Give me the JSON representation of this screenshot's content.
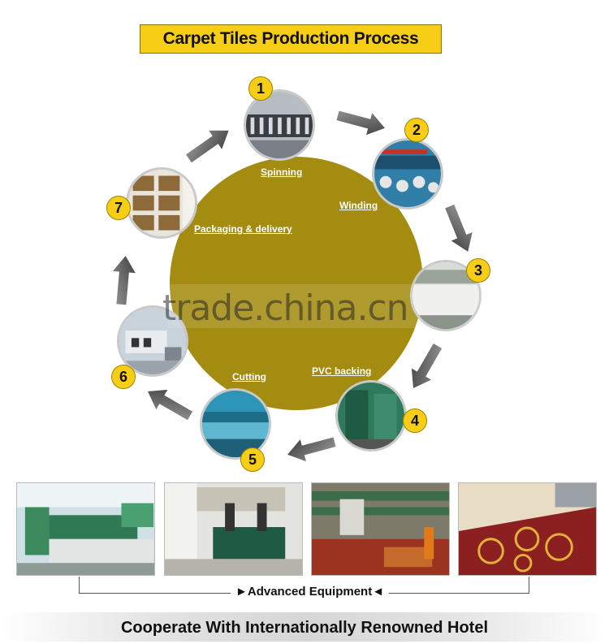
{
  "title": "Carpet Tiles Production Process",
  "steps": [
    {
      "number": "1",
      "label": "Spinning"
    },
    {
      "number": "2",
      "label": "Winding"
    },
    {
      "number": "3",
      "label": ""
    },
    {
      "number": "4",
      "label": "PVC backing"
    },
    {
      "number": "5",
      "label": "Cutting"
    },
    {
      "number": "6",
      "label": ""
    },
    {
      "number": "7",
      "label": "Packaging & delivery"
    }
  ],
  "watermark": "trade.china.cn",
  "equipment_label": "Advanced Equipment",
  "footer": "Cooperate With Internationally Renowned Hotel",
  "colors": {
    "accent": "#f7cd16",
    "circle": "#a48c10",
    "arrow": "#555555"
  }
}
